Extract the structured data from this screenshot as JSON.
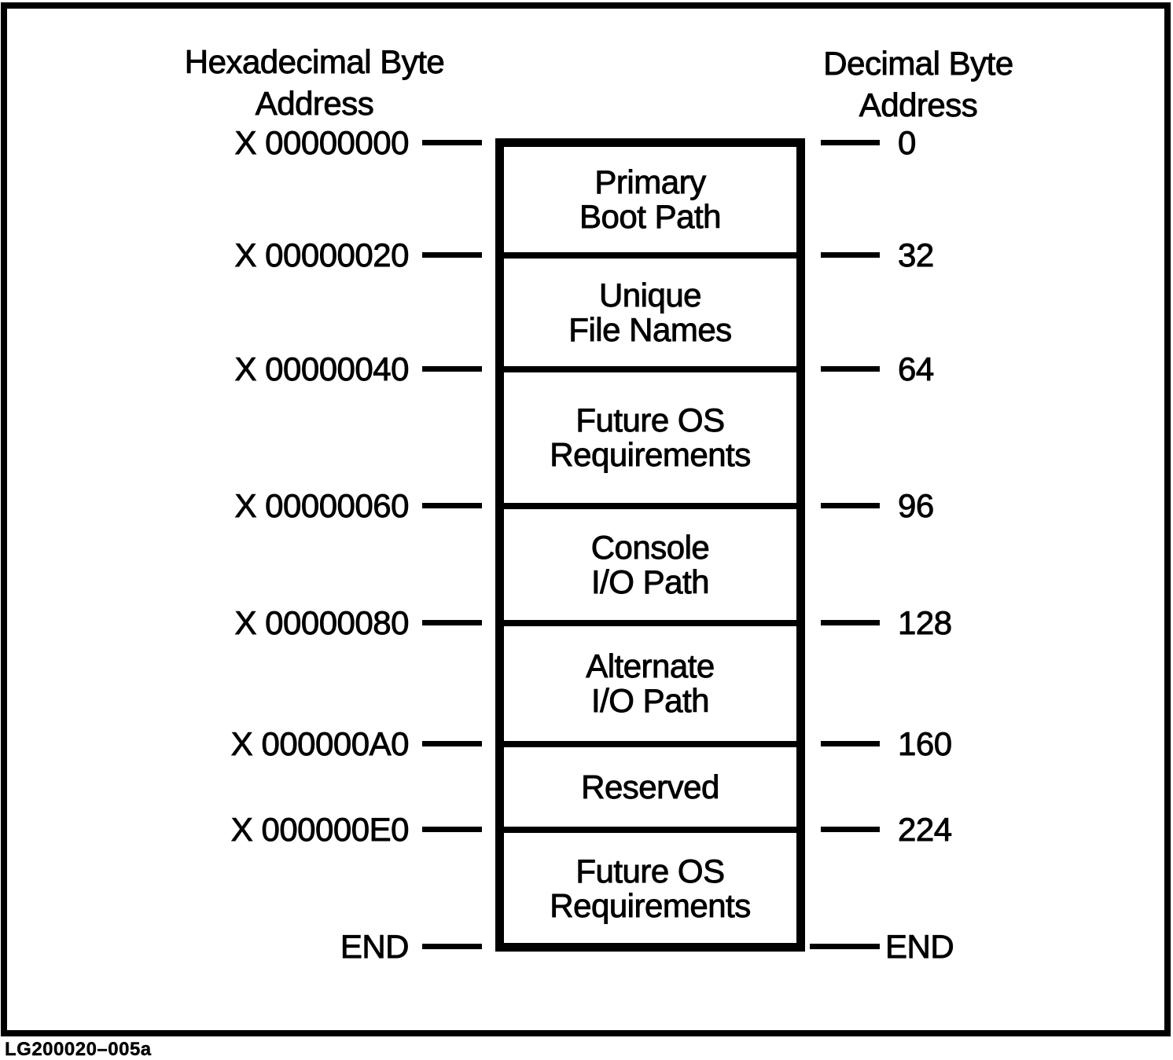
{
  "figure": {
    "headers": {
      "hex": {
        "line1": "Hexadecimal Byte",
        "line2": "Address"
      },
      "dec": {
        "line1": "Decimal Byte",
        "line2": "Address"
      }
    },
    "boundaries": [
      {
        "hex": "X 00000000",
        "dec": "0"
      },
      {
        "hex": "X 00000020",
        "dec": "32"
      },
      {
        "hex": "X 00000040",
        "dec": "64"
      },
      {
        "hex": "X 00000060",
        "dec": "96"
      },
      {
        "hex": "X 00000080",
        "dec": "128"
      },
      {
        "hex": "X 000000A0",
        "dec": "160"
      },
      {
        "hex": "X 000000E0",
        "dec": "224"
      },
      {
        "hex": "END",
        "dec": "END"
      }
    ],
    "regions": [
      {
        "line1": "Primary",
        "line2": "Boot Path"
      },
      {
        "line1": "Unique",
        "line2": "File Names"
      },
      {
        "line1": "Future OS",
        "line2": "Requirements"
      },
      {
        "line1": "Console",
        "line2": "I/O Path"
      },
      {
        "line1": "Alternate",
        "line2": "I/O Path"
      },
      {
        "line1": "Reserved",
        "line2": ""
      },
      {
        "line1": "Future OS",
        "line2": "Requirements"
      }
    ],
    "caption": "LG200020–005a",
    "colors": {
      "ink": "#000000",
      "paper": "#ffffff"
    }
  }
}
